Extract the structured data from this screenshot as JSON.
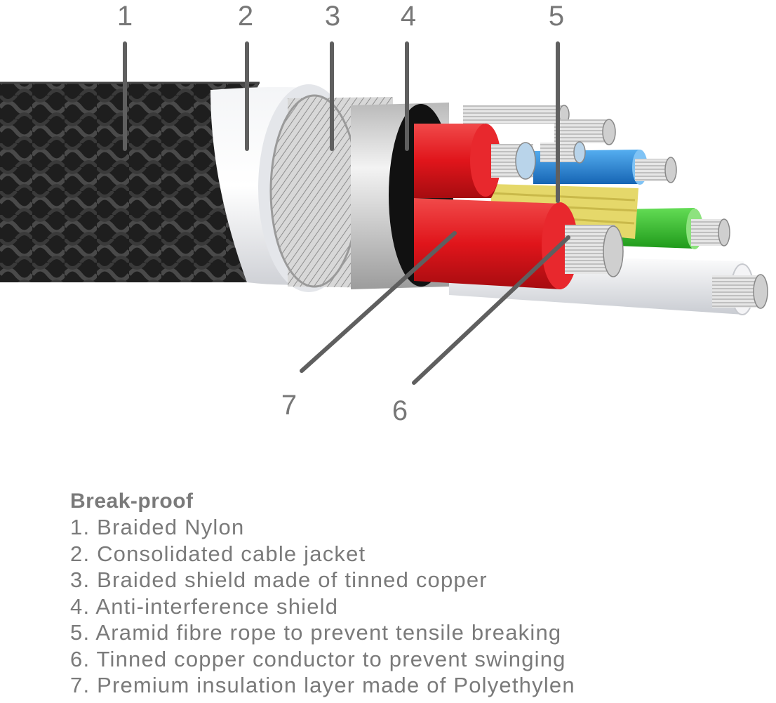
{
  "callouts": [
    {
      "number": "1"
    },
    {
      "number": "2"
    },
    {
      "number": "3"
    },
    {
      "number": "4"
    },
    {
      "number": "5"
    },
    {
      "number": "6"
    },
    {
      "number": "7"
    }
  ],
  "legend": {
    "title": "Break-proof",
    "items": [
      "1. Braided Nylon",
      "2. Consolidated cable jacket",
      "3. Braided shield made of tinned copper",
      "4. Anti-interference shield",
      "5. Aramid fibre rope to prevent tensile breaking",
      "6. Tinned copper conductor to prevent swinging",
      "7. Premium insulation layer made of Polyethylen"
    ]
  },
  "colors": {
    "braid": "#1f1f1f",
    "jacket": "#ecedf0",
    "shield": "#c8c8c8",
    "red_insulation": "#d9161c",
    "blue_insulation": "#1f7fd6",
    "green_insulation": "#2fbf2a",
    "white_insulation": "#f2f2f4",
    "aramid": "#e8dc70",
    "copper_strand": "#d4d4d4",
    "label_text": "#7a7a7a"
  }
}
